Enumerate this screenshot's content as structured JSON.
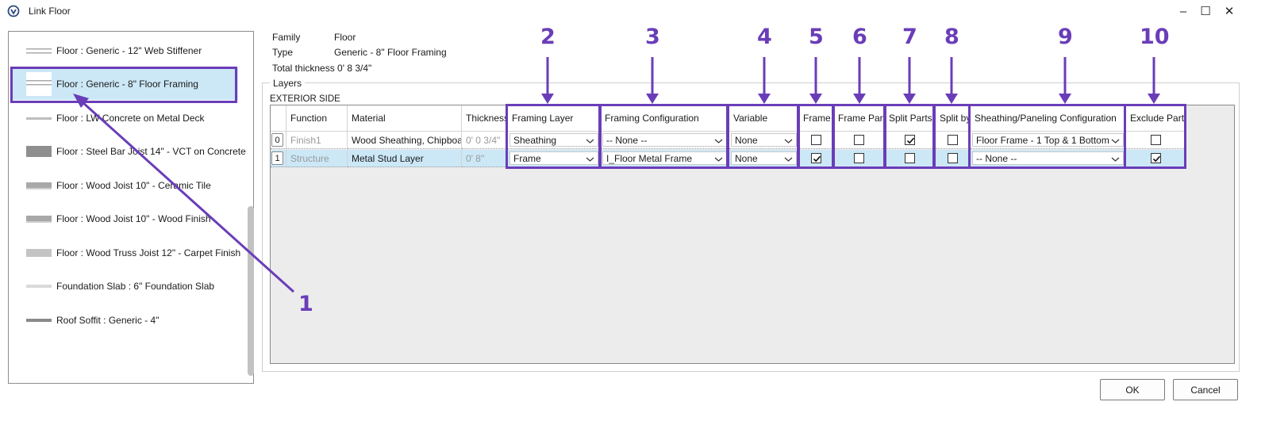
{
  "window": {
    "title": "Link Floor",
    "controls": {
      "minimize": "–",
      "maximize": "☐",
      "close": "✕"
    }
  },
  "floor_list": {
    "items": [
      {
        "label": "Floor : Generic - 12\" Web Stiffener",
        "swatch": "double-line"
      },
      {
        "label": "Floor : Generic - 8\" Floor Framing",
        "swatch": "double-line",
        "selected": true
      },
      {
        "label": "Floor : LW Concrete on Metal Deck",
        "swatch": "thin-gray"
      },
      {
        "label": "Floor : Steel Bar Joist 14\" - VCT on Concrete",
        "swatch": "thick-dark"
      },
      {
        "label": "Floor : Wood Joist 10\" - Ceramic Tile",
        "swatch": "medium-gray"
      },
      {
        "label": "Floor : Wood Joist 10\" - Wood Finish",
        "swatch": "medium-gray"
      },
      {
        "label": "Floor : Wood Truss  Joist 12\" - Carpet Finish",
        "swatch": "light-gray"
      },
      {
        "label": "Foundation Slab : 6\" Foundation Slab",
        "swatch": "very-light"
      },
      {
        "label": "Roof Soffit : Generic - 4\"",
        "swatch": "dark-thin"
      }
    ]
  },
  "info": {
    "family_label": "Family",
    "family_value": "Floor",
    "type_label": "Type",
    "type_value": "Generic - 8\" Floor Framing",
    "thickness_label": "Total thickness",
    "thickness_value": "0'  8 3/4\""
  },
  "layers": {
    "group_label": "Layers",
    "side_label": "EXTERIOR SIDE",
    "columns": [
      "Function",
      "Material",
      "Thickness",
      "Framing Layer",
      "Framing Configuration",
      "Variable",
      "Frame",
      "Frame Part",
      "Split Parts",
      "Split by",
      "Sheathing/Paneling Configuration",
      "Exclude Parts"
    ],
    "rows": [
      {
        "index": "0",
        "function": "Finish1",
        "material": "Wood Sheathing, Chipboar",
        "thickness": "0'  0 3/4\"",
        "framing_layer": "Sheathing",
        "framing_config": "-- None --",
        "variable": "None",
        "frame": false,
        "frame_part": false,
        "split_parts": true,
        "split_by": false,
        "sheathing_config": "Floor Frame - 1 Top & 1 Bottom",
        "exclude_parts": false
      },
      {
        "index": "1",
        "function": "Structure",
        "material": "Metal Stud Layer",
        "thickness": "0'  8\"",
        "framing_layer": "Frame",
        "framing_config": "I_Floor Metal Frame",
        "variable": "None",
        "frame": true,
        "frame_part": false,
        "split_parts": false,
        "split_by": false,
        "sheathing_config": "-- None --",
        "exclude_parts": true,
        "selected": true
      }
    ]
  },
  "annotations": {
    "numbers": [
      "1",
      "2",
      "3",
      "4",
      "5",
      "6",
      "7",
      "8",
      "9",
      "10"
    ],
    "color": "#6a3db8"
  },
  "buttons": {
    "ok": "OK",
    "cancel": "Cancel"
  },
  "colors": {
    "selection": "#cce8f7",
    "accent": "#6a3db8"
  }
}
